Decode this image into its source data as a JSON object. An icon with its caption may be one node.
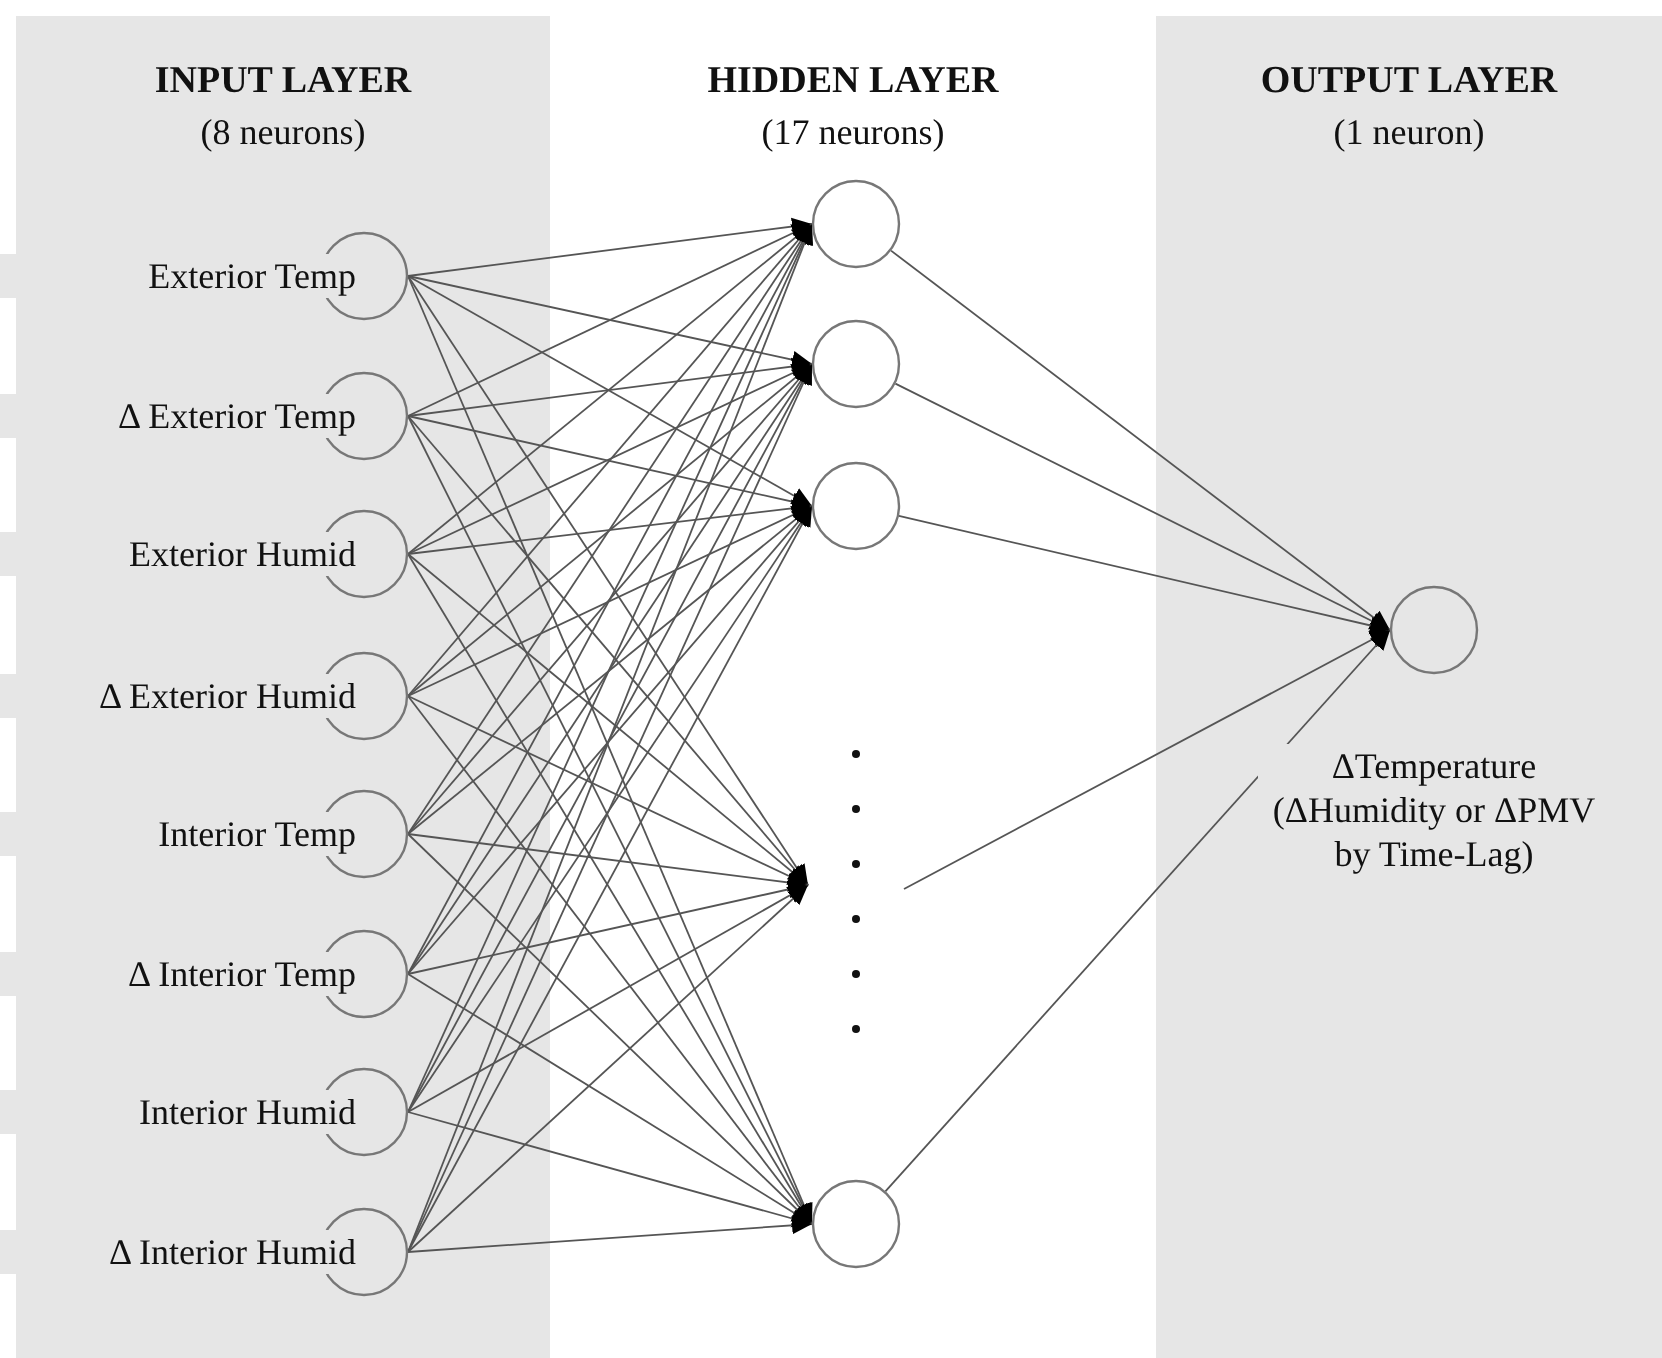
{
  "diagram": {
    "nodes": [
      {
        "text": [
          "INPUT LAYER",
          "(8 neurons)"
        ]
      },
      {
        "text": [
          "Exterior Temp"
        ],
        "in": 0
      },
      {
        "text": [
          "Δ Exterior Temp"
        ],
        "in": 0
      },
      {
        "text": [
          "Exterior Humid"
        ],
        "in": 0
      },
      {
        "text": [
          "Δ Exterior Humid"
        ],
        "in": 0
      },
      {
        "text": [
          "Interior Temp"
        ],
        "in": 0
      },
      {
        "text": [
          "Δ Interior Temp"
        ],
        "in": 0
      },
      {
        "text": [
          "Interior Humid"
        ],
        "in": 0
      },
      {
        "text": [
          "Δ Interior Humid"
        ],
        "in": 0
      },
      {
        "text": [
          "HIDDEN LAYER",
          "(17 neurons)"
        ]
      },
      {
        "text": [],
        "shape": "circle",
        "in": 9
      },
      {
        "text": [],
        "shape": "circle",
        "in": 9
      },
      {
        "text": [],
        "shape": "circle",
        "in": 9
      },
      {
        "text": [],
        "shape": "dots",
        "in": 9
      },
      {
        "text": [],
        "shape": "circle",
        "in": 9
      },
      {
        "text": [
          "OUTPUT LAYER",
          "(1 neuron)"
        ]
      },
      {
        "text": [
          "ΔTemperature (ΔHumidity or ΔPMV by Time-Lag)"
        ],
        "in": 15
      }
    ],
    "edges": [
      {
        "from": 1,
        "to": 10,
        "arrow": "to"
      },
      {
        "from": 1,
        "to": 11,
        "arrow": "to"
      },
      {
        "from": 1,
        "to": 12,
        "arrow": "to"
      },
      {
        "from": 1,
        "to": 13,
        "arrow": "to"
      },
      {
        "from": 1,
        "to": 14,
        "arrow": "to"
      },
      {
        "from": 2,
        "to": 10,
        "arrow": "to"
      },
      {
        "from": 2,
        "to": 11,
        "arrow": "to"
      },
      {
        "from": 2,
        "to": 12,
        "arrow": "to"
      },
      {
        "from": 2,
        "to": 13,
        "arrow": "to"
      },
      {
        "from": 2,
        "to": 14,
        "arrow": "to"
      },
      {
        "from": 3,
        "to": 10,
        "arrow": "to"
      },
      {
        "from": 3,
        "to": 11,
        "arrow": "to"
      },
      {
        "from": 3,
        "to": 12,
        "arrow": "to"
      },
      {
        "from": 3,
        "to": 13,
        "arrow": "to"
      },
      {
        "from": 3,
        "to": 14,
        "arrow": "to"
      },
      {
        "from": 4,
        "to": 10,
        "arrow": "to"
      },
      {
        "from": 4,
        "to": 11,
        "arrow": "to"
      },
      {
        "from": 4,
        "to": 12,
        "arrow": "to"
      },
      {
        "from": 4,
        "to": 13,
        "arrow": "to"
      },
      {
        "from": 4,
        "to": 14,
        "arrow": "to"
      },
      {
        "from": 5,
        "to": 10,
        "arrow": "to"
      },
      {
        "from": 5,
        "to": 11,
        "arrow": "to"
      },
      {
        "from": 5,
        "to": 12,
        "arrow": "to"
      },
      {
        "from": 5,
        "to": 13,
        "arrow": "to"
      },
      {
        "from": 5,
        "to": 14,
        "arrow": "to"
      },
      {
        "from": 6,
        "to": 10,
        "arrow": "to"
      },
      {
        "from": 6,
        "to": 11,
        "arrow": "to"
      },
      {
        "from": 6,
        "to": 12,
        "arrow": "to"
      },
      {
        "from": 6,
        "to": 13,
        "arrow": "to"
      },
      {
        "from": 6,
        "to": 14,
        "arrow": "to"
      },
      {
        "from": 7,
        "to": 10,
        "arrow": "to"
      },
      {
        "from": 7,
        "to": 11,
        "arrow": "to"
      },
      {
        "from": 7,
        "to": 12,
        "arrow": "to"
      },
      {
        "from": 7,
        "to": 13,
        "arrow": "to"
      },
      {
        "from": 7,
        "to": 14,
        "arrow": "to"
      },
      {
        "from": 8,
        "to": 10,
        "arrow": "to"
      },
      {
        "from": 8,
        "to": 11,
        "arrow": "to"
      },
      {
        "from": 8,
        "to": 12,
        "arrow": "to"
      },
      {
        "from": 8,
        "to": 13,
        "arrow": "to"
      },
      {
        "from": 8,
        "to": 14,
        "arrow": "to"
      },
      {
        "from": 10,
        "to": 16,
        "arrow": "to"
      },
      {
        "from": 11,
        "to": 16,
        "arrow": "to"
      },
      {
        "from": 12,
        "to": 16,
        "arrow": "to"
      },
      {
        "from": 13,
        "to": 16,
        "arrow": "to"
      },
      {
        "from": 14,
        "to": 16,
        "arrow": "to"
      }
    ]
  }
}
